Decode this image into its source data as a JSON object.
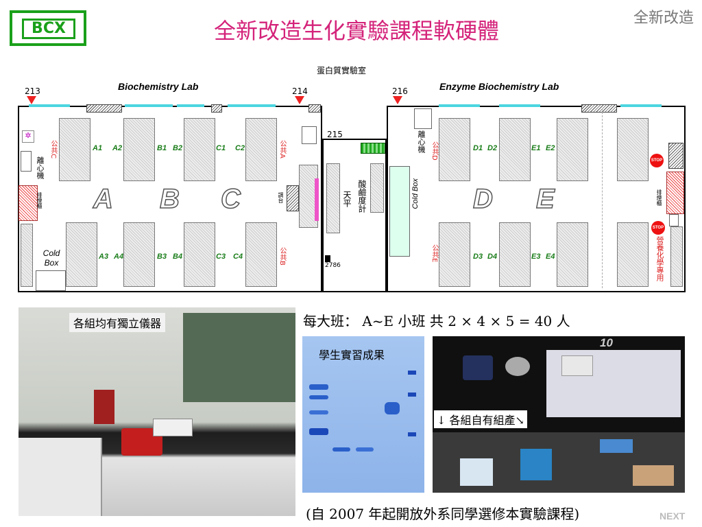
{
  "header": {
    "logo": "BCX",
    "title": "全新改造生化實驗課程軟硬體",
    "corner": "全新改造"
  },
  "floorplan": {
    "top_label": "蛋白質實驗室",
    "left_lab": "Biochemistry Lab",
    "right_lab": "Enzyme Biochemistry Lab",
    "rooms": {
      "r213": "213",
      "r214": "214",
      "r215": "215",
      "r216": "216"
    },
    "centrifuge": "離心機",
    "cabinet": "排煙櫃",
    "shared_c": "公共C",
    "shared_a": "公共A",
    "shared_b": "公共B",
    "shared_d": "公共D",
    "shared_e": "公共E",
    "cold_box": "Cold Box",
    "balance": "天平",
    "ph_meter": "酸鹼度計",
    "prep_table": "調台",
    "door_num": "2786",
    "stop": "STOP",
    "nutrition": "營養化學專用",
    "big_letters": [
      "A",
      "B",
      "C",
      "D",
      "E"
    ],
    "seats_top": [
      "A1",
      "A2",
      "B1",
      "B2",
      "C1",
      "C2",
      "D1",
      "D2",
      "E1",
      "E2"
    ],
    "seats_bottom": [
      "A3",
      "A4",
      "B3",
      "B4",
      "C3",
      "C4",
      "D3",
      "D4",
      "E3",
      "E4"
    ]
  },
  "photos": {
    "p1_caption": "各組均有獨立儀器",
    "p2_caption": "學生實習成果",
    "p3_caption": "↓ 各組自有組產↘",
    "p3_number": "10"
  },
  "class_info": "每大班： A~E 小班 共 2 × 4 × 5 = 40 人",
  "footnote": "(自 2007 年起開放外系同學選修本實驗課程)",
  "nav": {
    "next": "NEXT"
  }
}
